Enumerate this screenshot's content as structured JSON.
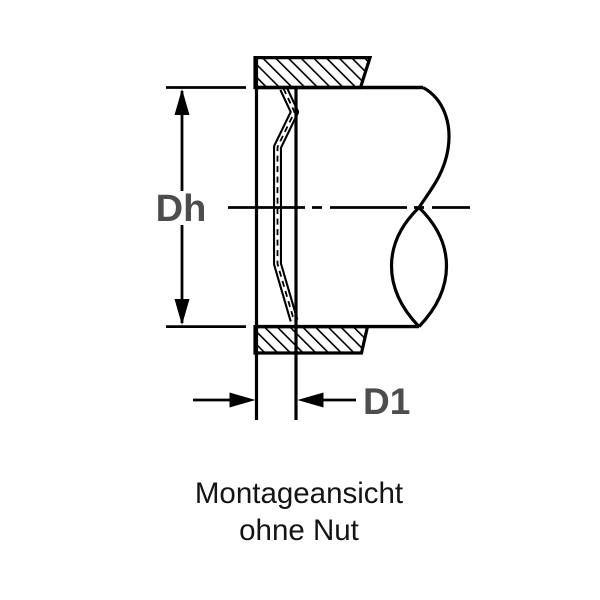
{
  "page": {
    "background": "#ffffff"
  },
  "diagram": {
    "type": "technical-section-drawing",
    "labels": {
      "diameter_housing": "Dh",
      "diameter_seal": "D1"
    },
    "caption": {
      "line1": "Montageansicht",
      "line2": "ohne Nut"
    },
    "colors": {
      "line": "#000000",
      "dimension_label": "#4d4d4d",
      "caption_text": "#141414",
      "background": "#ffffff"
    }
  }
}
